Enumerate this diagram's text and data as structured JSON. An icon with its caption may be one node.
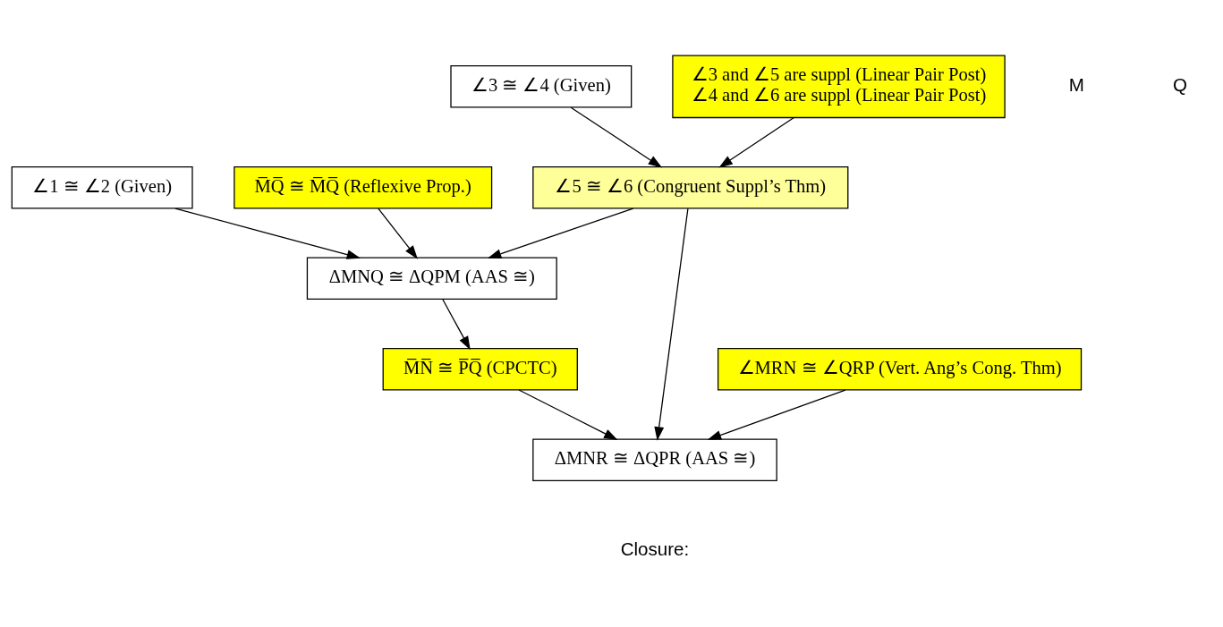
{
  "diagram": {
    "nodes": [
      {
        "text": [
          "∠3 ≅ ∠4 (Given)"
        ]
      },
      {
        "text": [
          "∠3 and ∠5 are suppl (Linear Pair Post)",
          "∠4 and ∠6 are suppl (Linear Pair Post)"
        ]
      },
      {
        "text": [
          "∠5 ≅ ∠6 (Congruent Suppl’s Thm)"
        ]
      },
      {
        "text": [
          "∠1 ≅ ∠2 (Given)"
        ]
      },
      {
        "text": [
          "M̅Q̅ ≅ M̅Q̅ (Reflexive Prop.)"
        ]
      },
      {
        "text": [
          "ΔMNQ ≅ ΔQPM (AAS ≅)"
        ]
      },
      {
        "text": [
          "M̅N̅ ≅ P̅Q̅ (CPCTC)"
        ]
      },
      {
        "text": [
          "∠MRN ≅ ∠QRP (Vert. Ang’s Cong. Thm)"
        ]
      },
      {
        "text": [
          "ΔMNR ≅ ΔQPR (AAS ≅)"
        ]
      }
    ],
    "edges": [
      {
        "from": 0,
        "to": 2,
        "arrow": "to"
      },
      {
        "from": 1,
        "to": 2,
        "arrow": "to"
      },
      {
        "from": 2,
        "to": 5,
        "arrow": "to"
      },
      {
        "from": 3,
        "to": 5,
        "arrow": "to"
      },
      {
        "from": 4,
        "to": 5,
        "arrow": "to"
      },
      {
        "from": 5,
        "to": 6,
        "arrow": "to"
      },
      {
        "from": 2,
        "to": 8,
        "arrow": "to"
      },
      {
        "from": 6,
        "to": 8,
        "arrow": "to"
      },
      {
        "from": 7,
        "to": 8,
        "arrow": "to"
      }
    ],
    "labels": [
      "M",
      "Q",
      "Closure:"
    ]
  }
}
